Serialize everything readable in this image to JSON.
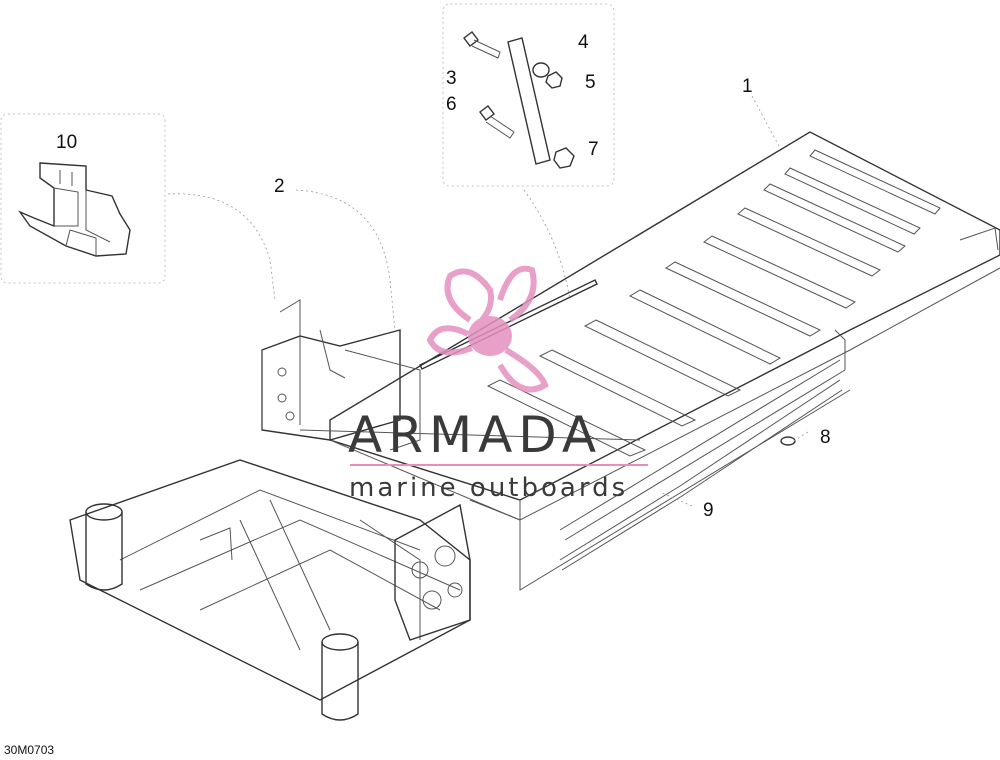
{
  "figure_id": "30M0703",
  "callouts": {
    "c1": "1",
    "c2": "2",
    "c3": "3",
    "c4": "4",
    "c5": "5",
    "c6": "6",
    "c7": "7",
    "c8": "8",
    "c9": "9",
    "c10": "10"
  },
  "watermark": {
    "brand": "ARMADA",
    "tagline": "marine outboards",
    "accent_color": "#e58fbf"
  },
  "icons": {
    "propeller": "propeller-logo-icon"
  }
}
